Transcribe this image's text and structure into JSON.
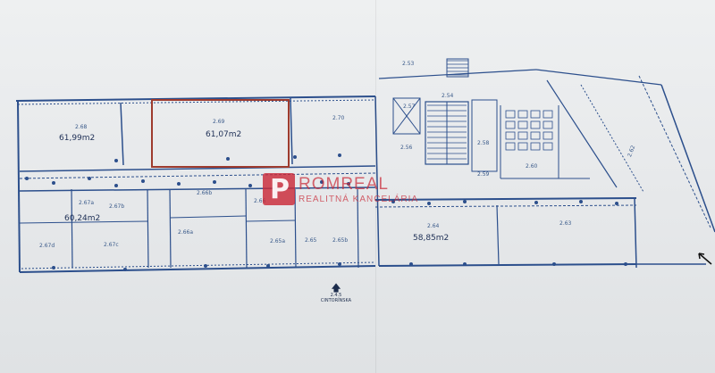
{
  "plan": {
    "rooms": [
      {
        "id": "r1",
        "label": "2.68"
      },
      {
        "id": "r2",
        "label": "2.69"
      },
      {
        "id": "r3",
        "label": "2.70"
      },
      {
        "id": "r4",
        "label": "2.67a"
      },
      {
        "id": "r5",
        "label": "2.67b"
      },
      {
        "id": "r6",
        "label": "2.67d"
      },
      {
        "id": "r7",
        "label": "2.67c"
      },
      {
        "id": "r8",
        "label": "2.66b"
      },
      {
        "id": "r9",
        "label": "2.66a"
      },
      {
        "id": "r10",
        "label": "2.66"
      },
      {
        "id": "r11",
        "label": "2.65a"
      },
      {
        "id": "r12",
        "label": "2.65"
      },
      {
        "id": "r13",
        "label": "2.65b"
      },
      {
        "id": "r14",
        "label": "2.64"
      },
      {
        "id": "r15",
        "label": "2.63"
      },
      {
        "id": "r16",
        "label": "2.62"
      },
      {
        "id": "r17",
        "label": "2.58"
      },
      {
        "id": "r18",
        "label": "2.56"
      },
      {
        "id": "r19",
        "label": "2.57"
      },
      {
        "id": "r20",
        "label": "2.60"
      },
      {
        "id": "r21",
        "label": "2.53"
      },
      {
        "id": "r22",
        "label": "2.54"
      },
      {
        "id": "r23",
        "label": "2.59"
      }
    ],
    "areas": [
      {
        "id": "a1",
        "text": "61,99m2"
      },
      {
        "id": "a2",
        "text": "61,07m2"
      },
      {
        "id": "a3",
        "text": "60,24m2"
      },
      {
        "id": "a4",
        "text": "58,85m2"
      }
    ],
    "street": {
      "code": "2.4.5",
      "name": "CINTORÍNSKA"
    }
  },
  "logo": {
    "word": "ROMREAL",
    "mark_letter": "P",
    "subtitle": "REALITNÁ KANCELÁRIA"
  },
  "colors": {
    "ink": "#2c4f8c",
    "highlight": "#9e3b2e",
    "brand": "#c92a38",
    "paper": "#eceeef"
  }
}
